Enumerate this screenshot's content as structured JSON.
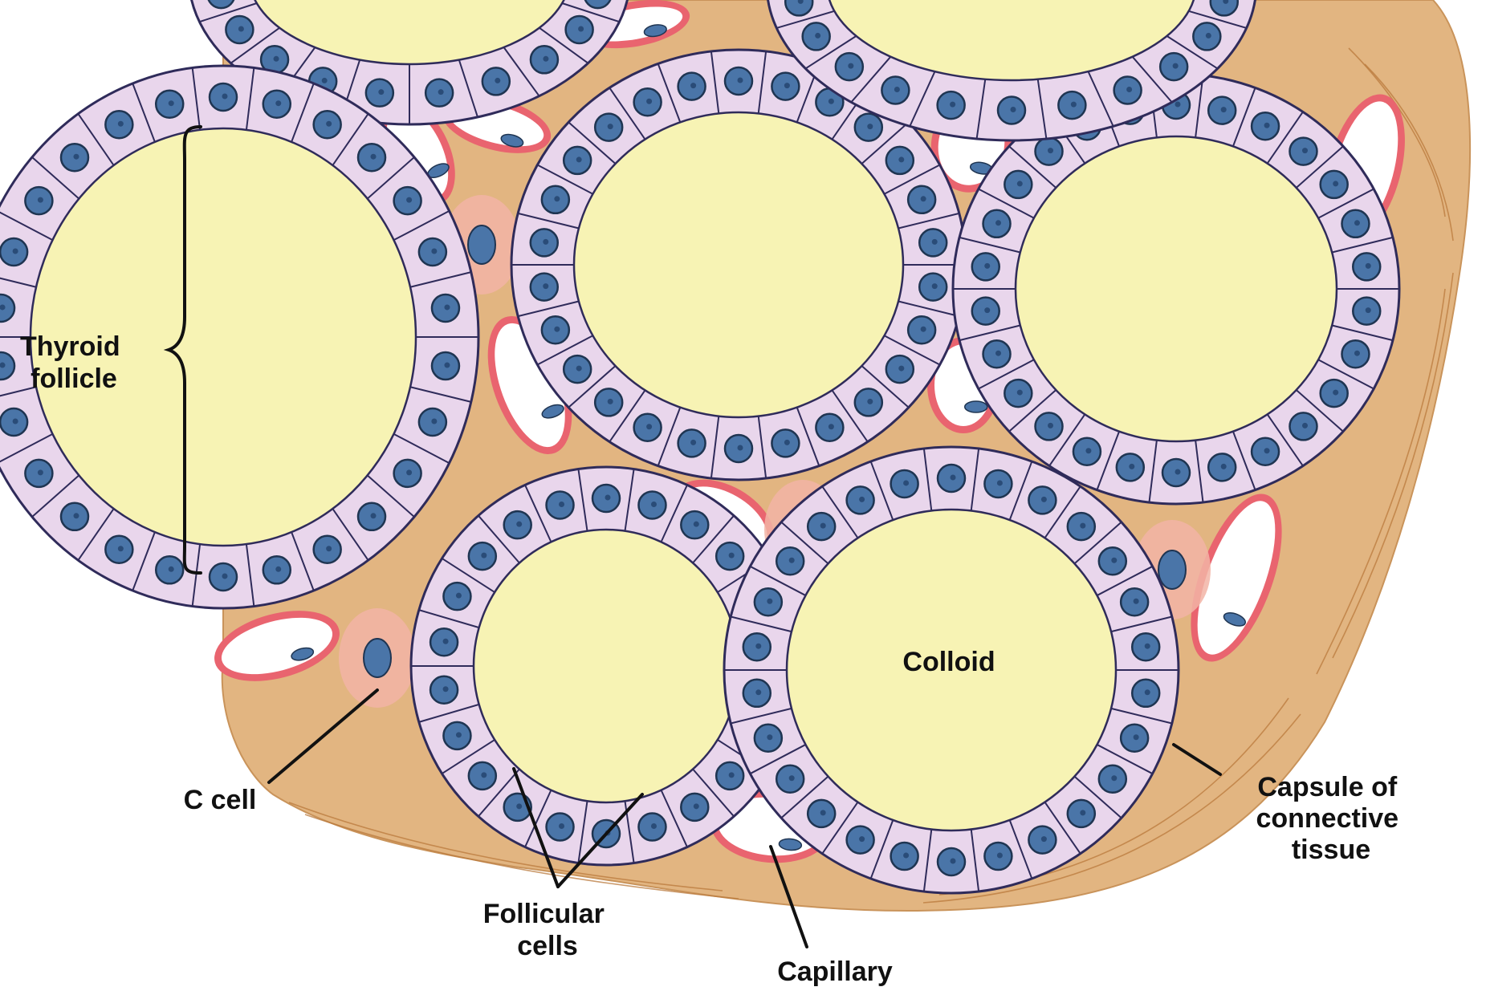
{
  "labels": {
    "thyroid_follicle_line1": "Thyroid",
    "thyroid_follicle_line2": "follicle",
    "colloid": "Colloid",
    "c_cell": "C cell",
    "follicular_cells_line1": "Follicular",
    "follicular_cells_line2": "cells",
    "capillary": "Capillary",
    "capsule_line1": "Capsule of",
    "capsule_line2": "connective",
    "capsule_line3": "tissue"
  },
  "colors": {
    "background": "#ffffff",
    "connective_tissue": "#e2b581",
    "connective_fiber": "#b97a3c",
    "colloid": "#f7f3b4",
    "follicular_cell": "#e9d6ec",
    "cell_outline": "#2f2b5a",
    "nucleus": "#4a75a8",
    "nucleus_outline": "#1f3552",
    "capillary_wall": "#e9646f",
    "capillary_lumen": "#ffffff",
    "c_cell": "#f2b4a6",
    "label_text": "#111111"
  }
}
